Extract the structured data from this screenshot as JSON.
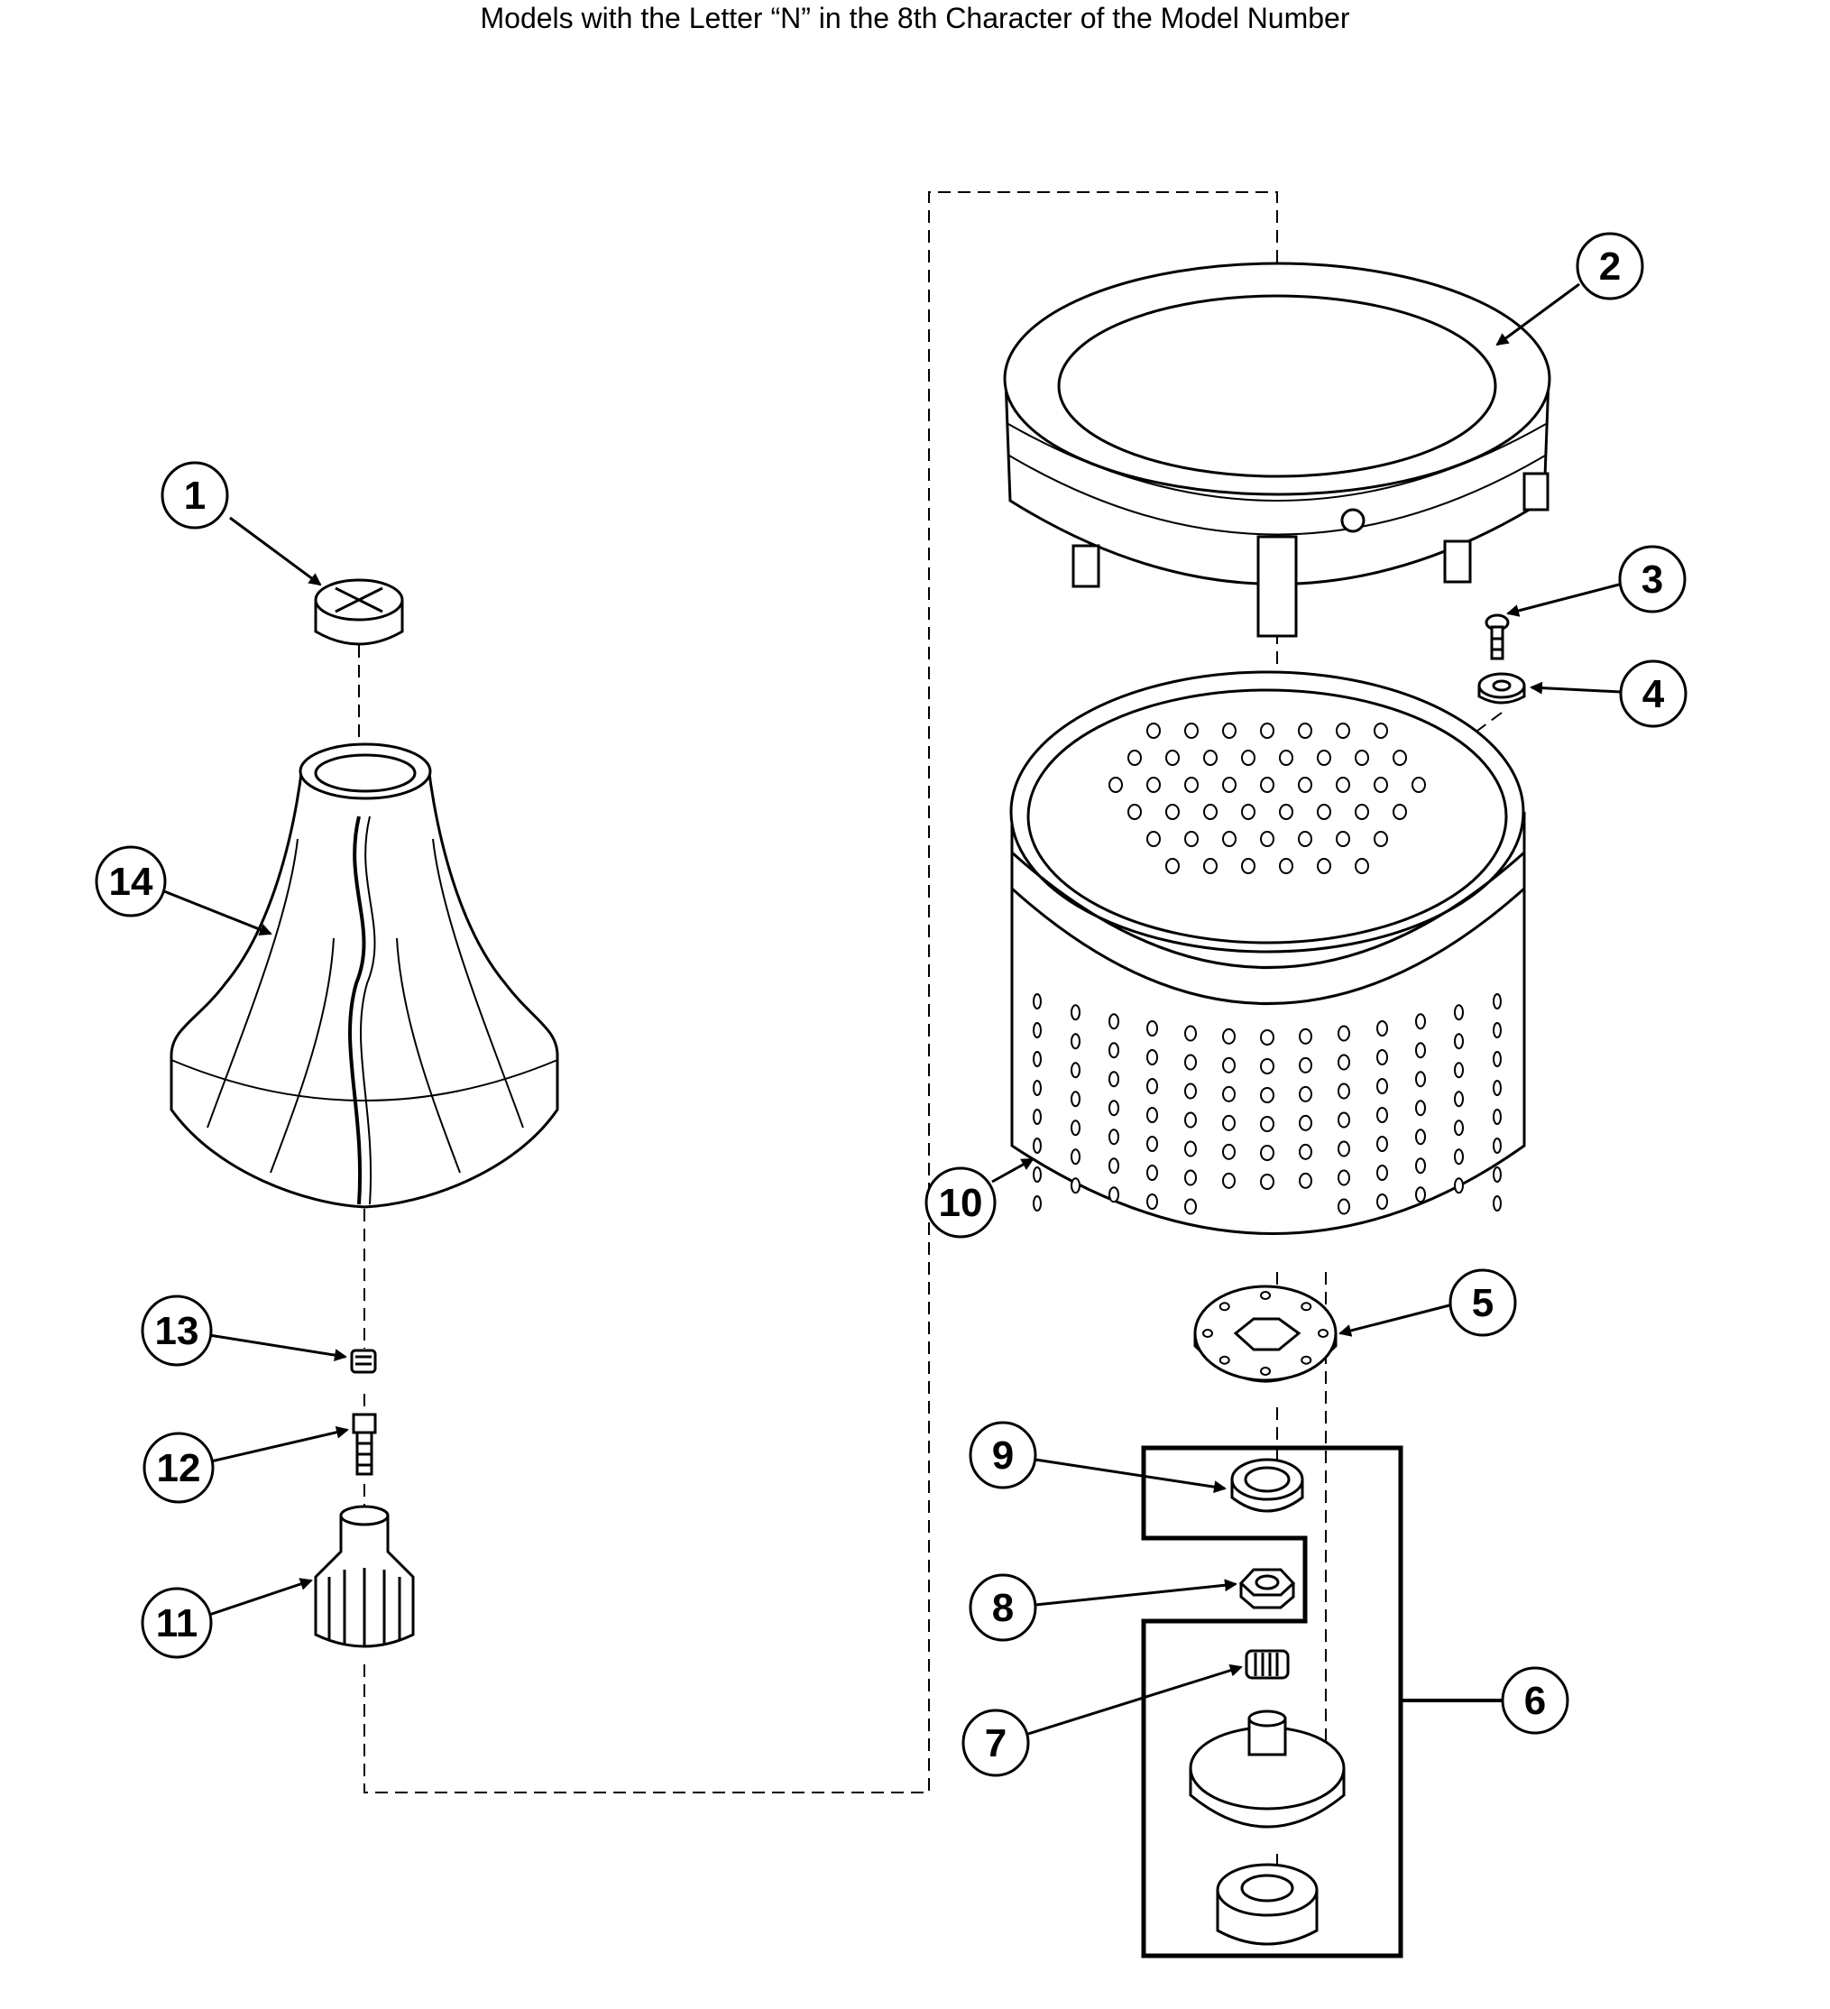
{
  "title": "Models with the Letter “N” in the 8th Character of the Model Number",
  "callouts": [
    {
      "num": "1",
      "part": "agitator-cap"
    },
    {
      "num": "2",
      "part": "balance-ring"
    },
    {
      "num": "3",
      "part": "screw"
    },
    {
      "num": "4",
      "part": "washer"
    },
    {
      "num": "5",
      "part": "basket-gasket"
    },
    {
      "num": "6",
      "part": "hub-kit"
    },
    {
      "num": "7",
      "part": "spline-bushing"
    },
    {
      "num": "8",
      "part": "hex-nut"
    },
    {
      "num": "9",
      "part": "seal"
    },
    {
      "num": "10",
      "part": "spin-basket"
    },
    {
      "num": "11",
      "part": "cam-assembly"
    },
    {
      "num": "12",
      "part": "bolt"
    },
    {
      "num": "13",
      "part": "set-screw"
    },
    {
      "num": "14",
      "part": "agitator"
    }
  ]
}
